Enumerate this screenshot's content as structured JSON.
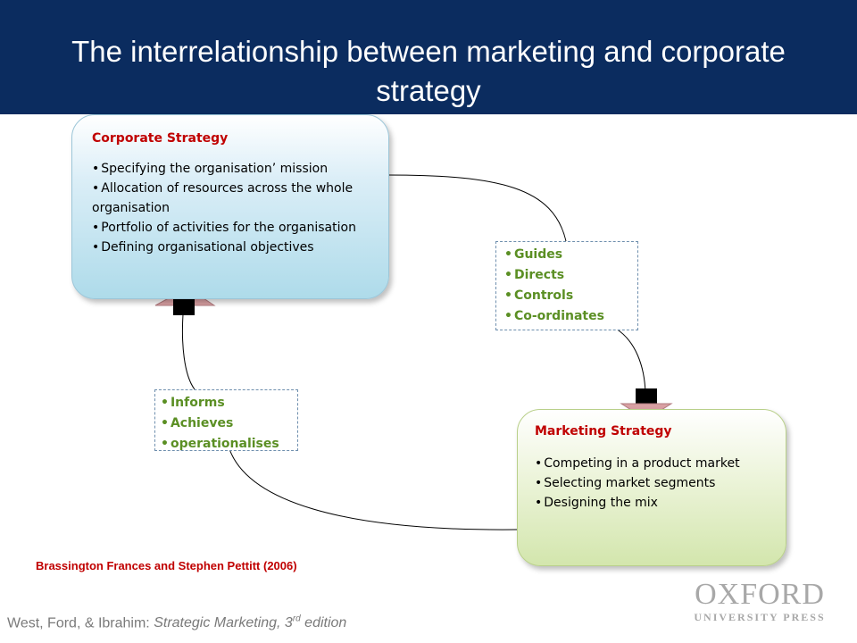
{
  "title": "The interrelationship between marketing and corporate strategy",
  "corporate": {
    "heading": "Corporate Strategy",
    "items": [
      "Specifying the organisation’ mission",
      "Allocation of resources across the whole organisation",
      "Portfolio of activities for the organisation",
      "Defining organisational objectives"
    ]
  },
  "marketing": {
    "heading": "Marketing Strategy",
    "items": [
      "Competing in a product market",
      "Selecting market segments",
      "Designing the mix"
    ]
  },
  "guides": {
    "items": [
      "Guides",
      "Directs",
      "Controls",
      "Co-ordinates"
    ]
  },
  "informs": {
    "items": [
      "Informs",
      "Achieves",
      "operationalises"
    ]
  },
  "citation": "Brassington Frances and Stephen Pettitt (2006)",
  "footer": {
    "authors": "West, Ford, & Ibrahim: ",
    "book_before": "Strategic Marketing, 3",
    "book_sup": "rd",
    "book_after": " edition"
  },
  "logo": {
    "line1": "OXFORD",
    "line2": "UNIVERSITY PRESS"
  },
  "colors": {
    "header": "#0b2c5f",
    "box_heading": "#c00000",
    "bullet_green": "#5b8f24"
  }
}
